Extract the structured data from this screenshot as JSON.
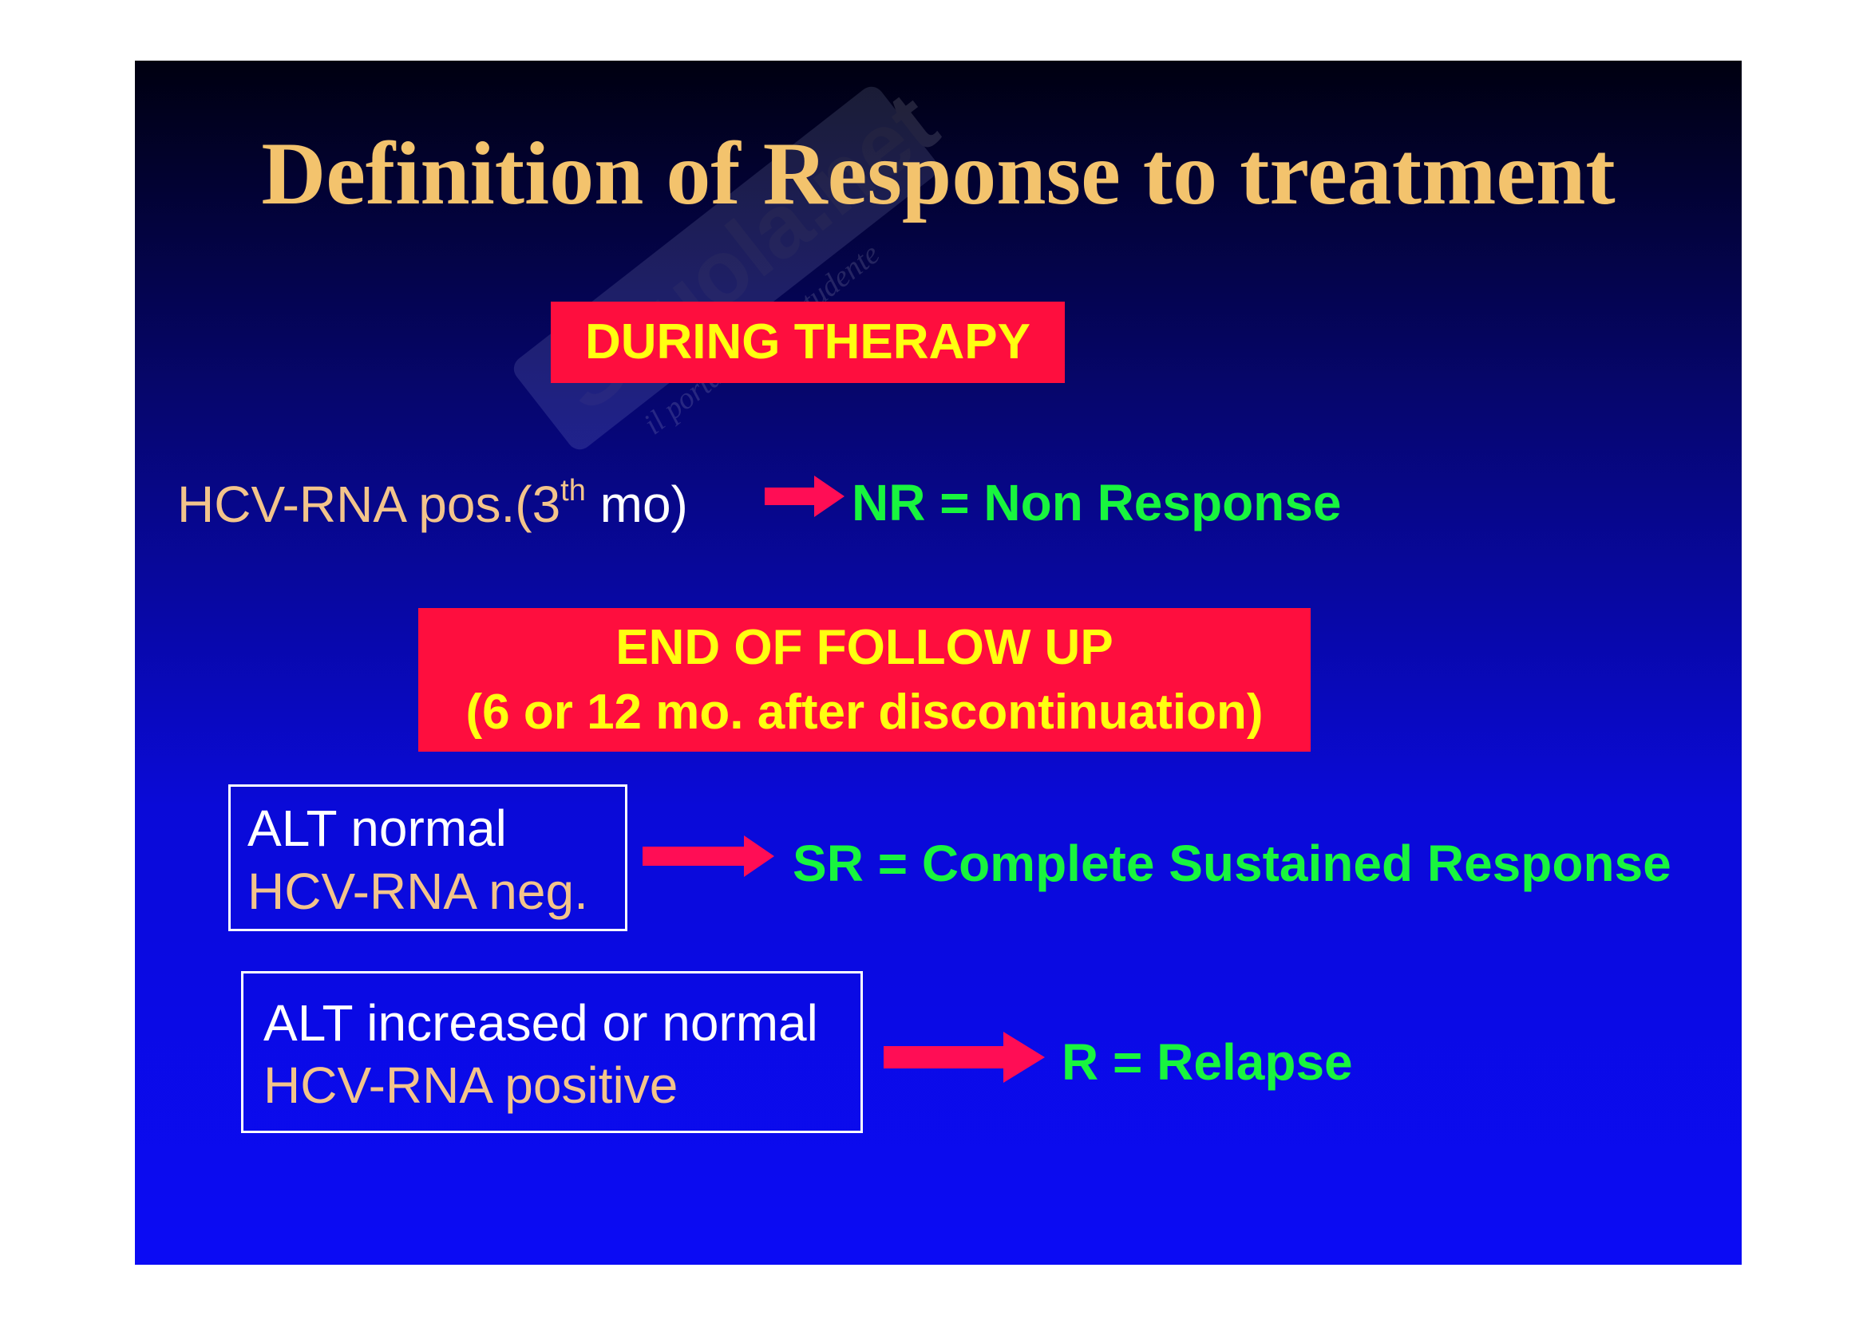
{
  "slide": {
    "title": "Definition of Response to treatment",
    "during_box": "DURING THERAPY",
    "hcv_line": {
      "part1": "HCV-RNA pos.(3",
      "sup": "th",
      "part2": " mo)"
    },
    "nr_result": "NR = Non Response",
    "end_box": {
      "line1": "END OF FOLLOW UP",
      "line2": "(6 or 12 mo. after discontinuation)"
    },
    "box1": {
      "line1": "ALT normal",
      "line2": "HCV-RNA neg."
    },
    "sr_result": "SR = Complete Sustained Response",
    "box2": {
      "line1": "ALT increased or normal",
      "line2": "HCV-RNA positive"
    },
    "r_result": "R = Relapse"
  },
  "watermark": {
    "brand": "Skuola.net",
    "tagline": "il portale dello studente"
  },
  "colors": {
    "title": "#f3c36d",
    "red_box": "#fe0e3e",
    "box_text": "#ffff10",
    "result_green": "#18f53e",
    "hcv_text": "#f3c48b",
    "arrow": "#ff0d55"
  }
}
